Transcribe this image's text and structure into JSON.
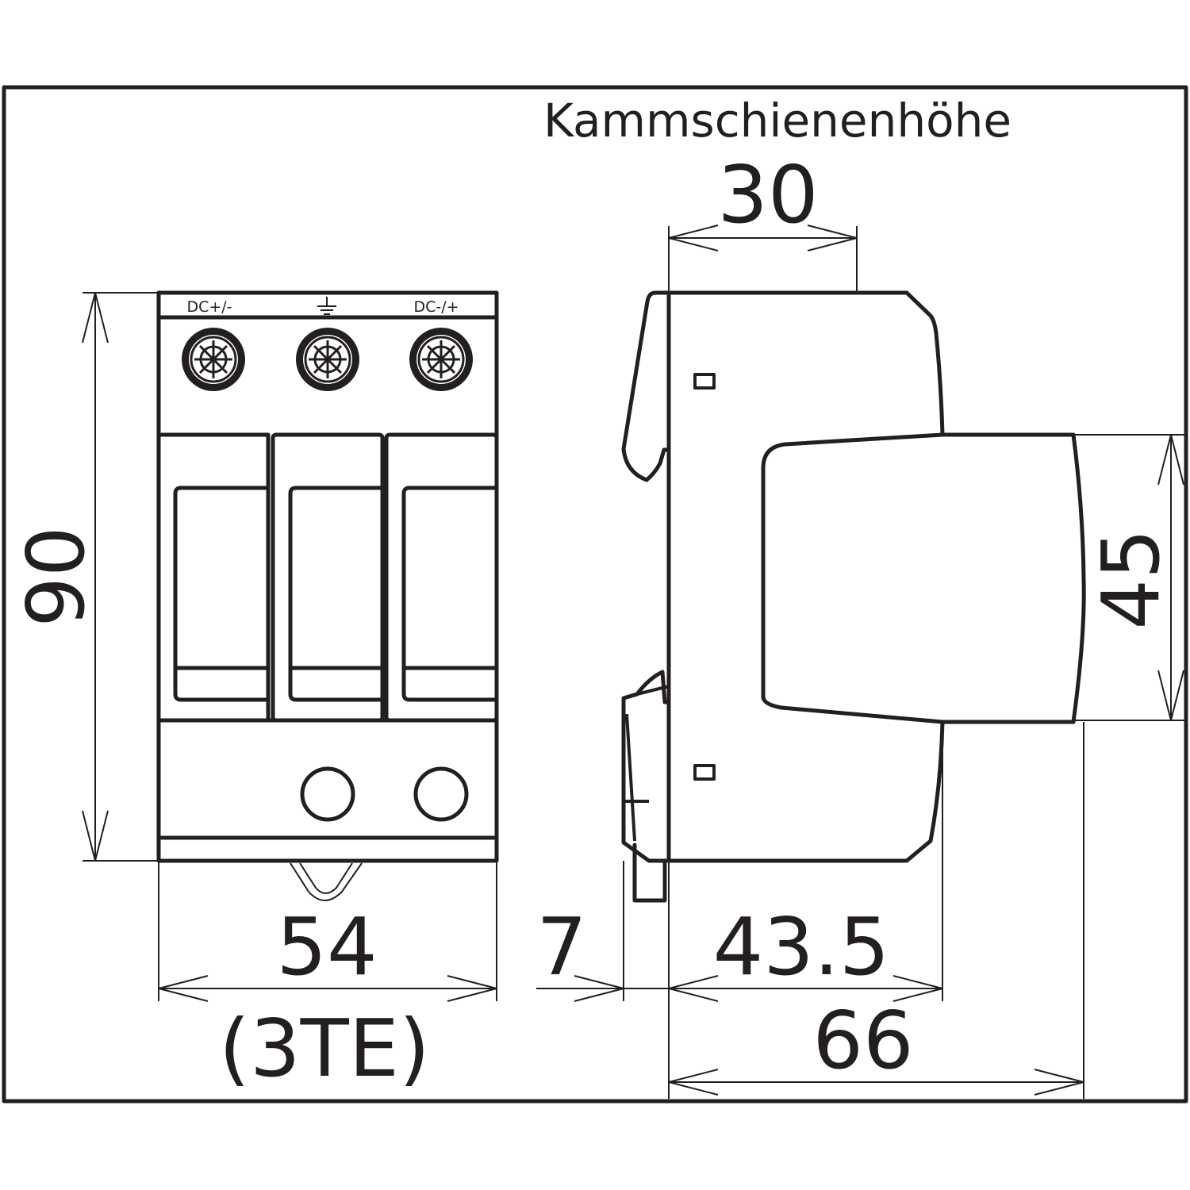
{
  "labels": {
    "header": "Kammschienenhöhe",
    "dim_busbar_height": "30",
    "dim_height": "90",
    "dim_width": "54",
    "dim_width_units": "(3TE)",
    "dim_rail_offset": "7",
    "dim_depth_front": "43.5",
    "dim_depth_total": "66",
    "dim_cover_height": "45",
    "terminal_left": "DC+/-",
    "terminal_right": "DC-/+"
  },
  "icons": {
    "terminal_center": "ground-symbol-icon"
  }
}
